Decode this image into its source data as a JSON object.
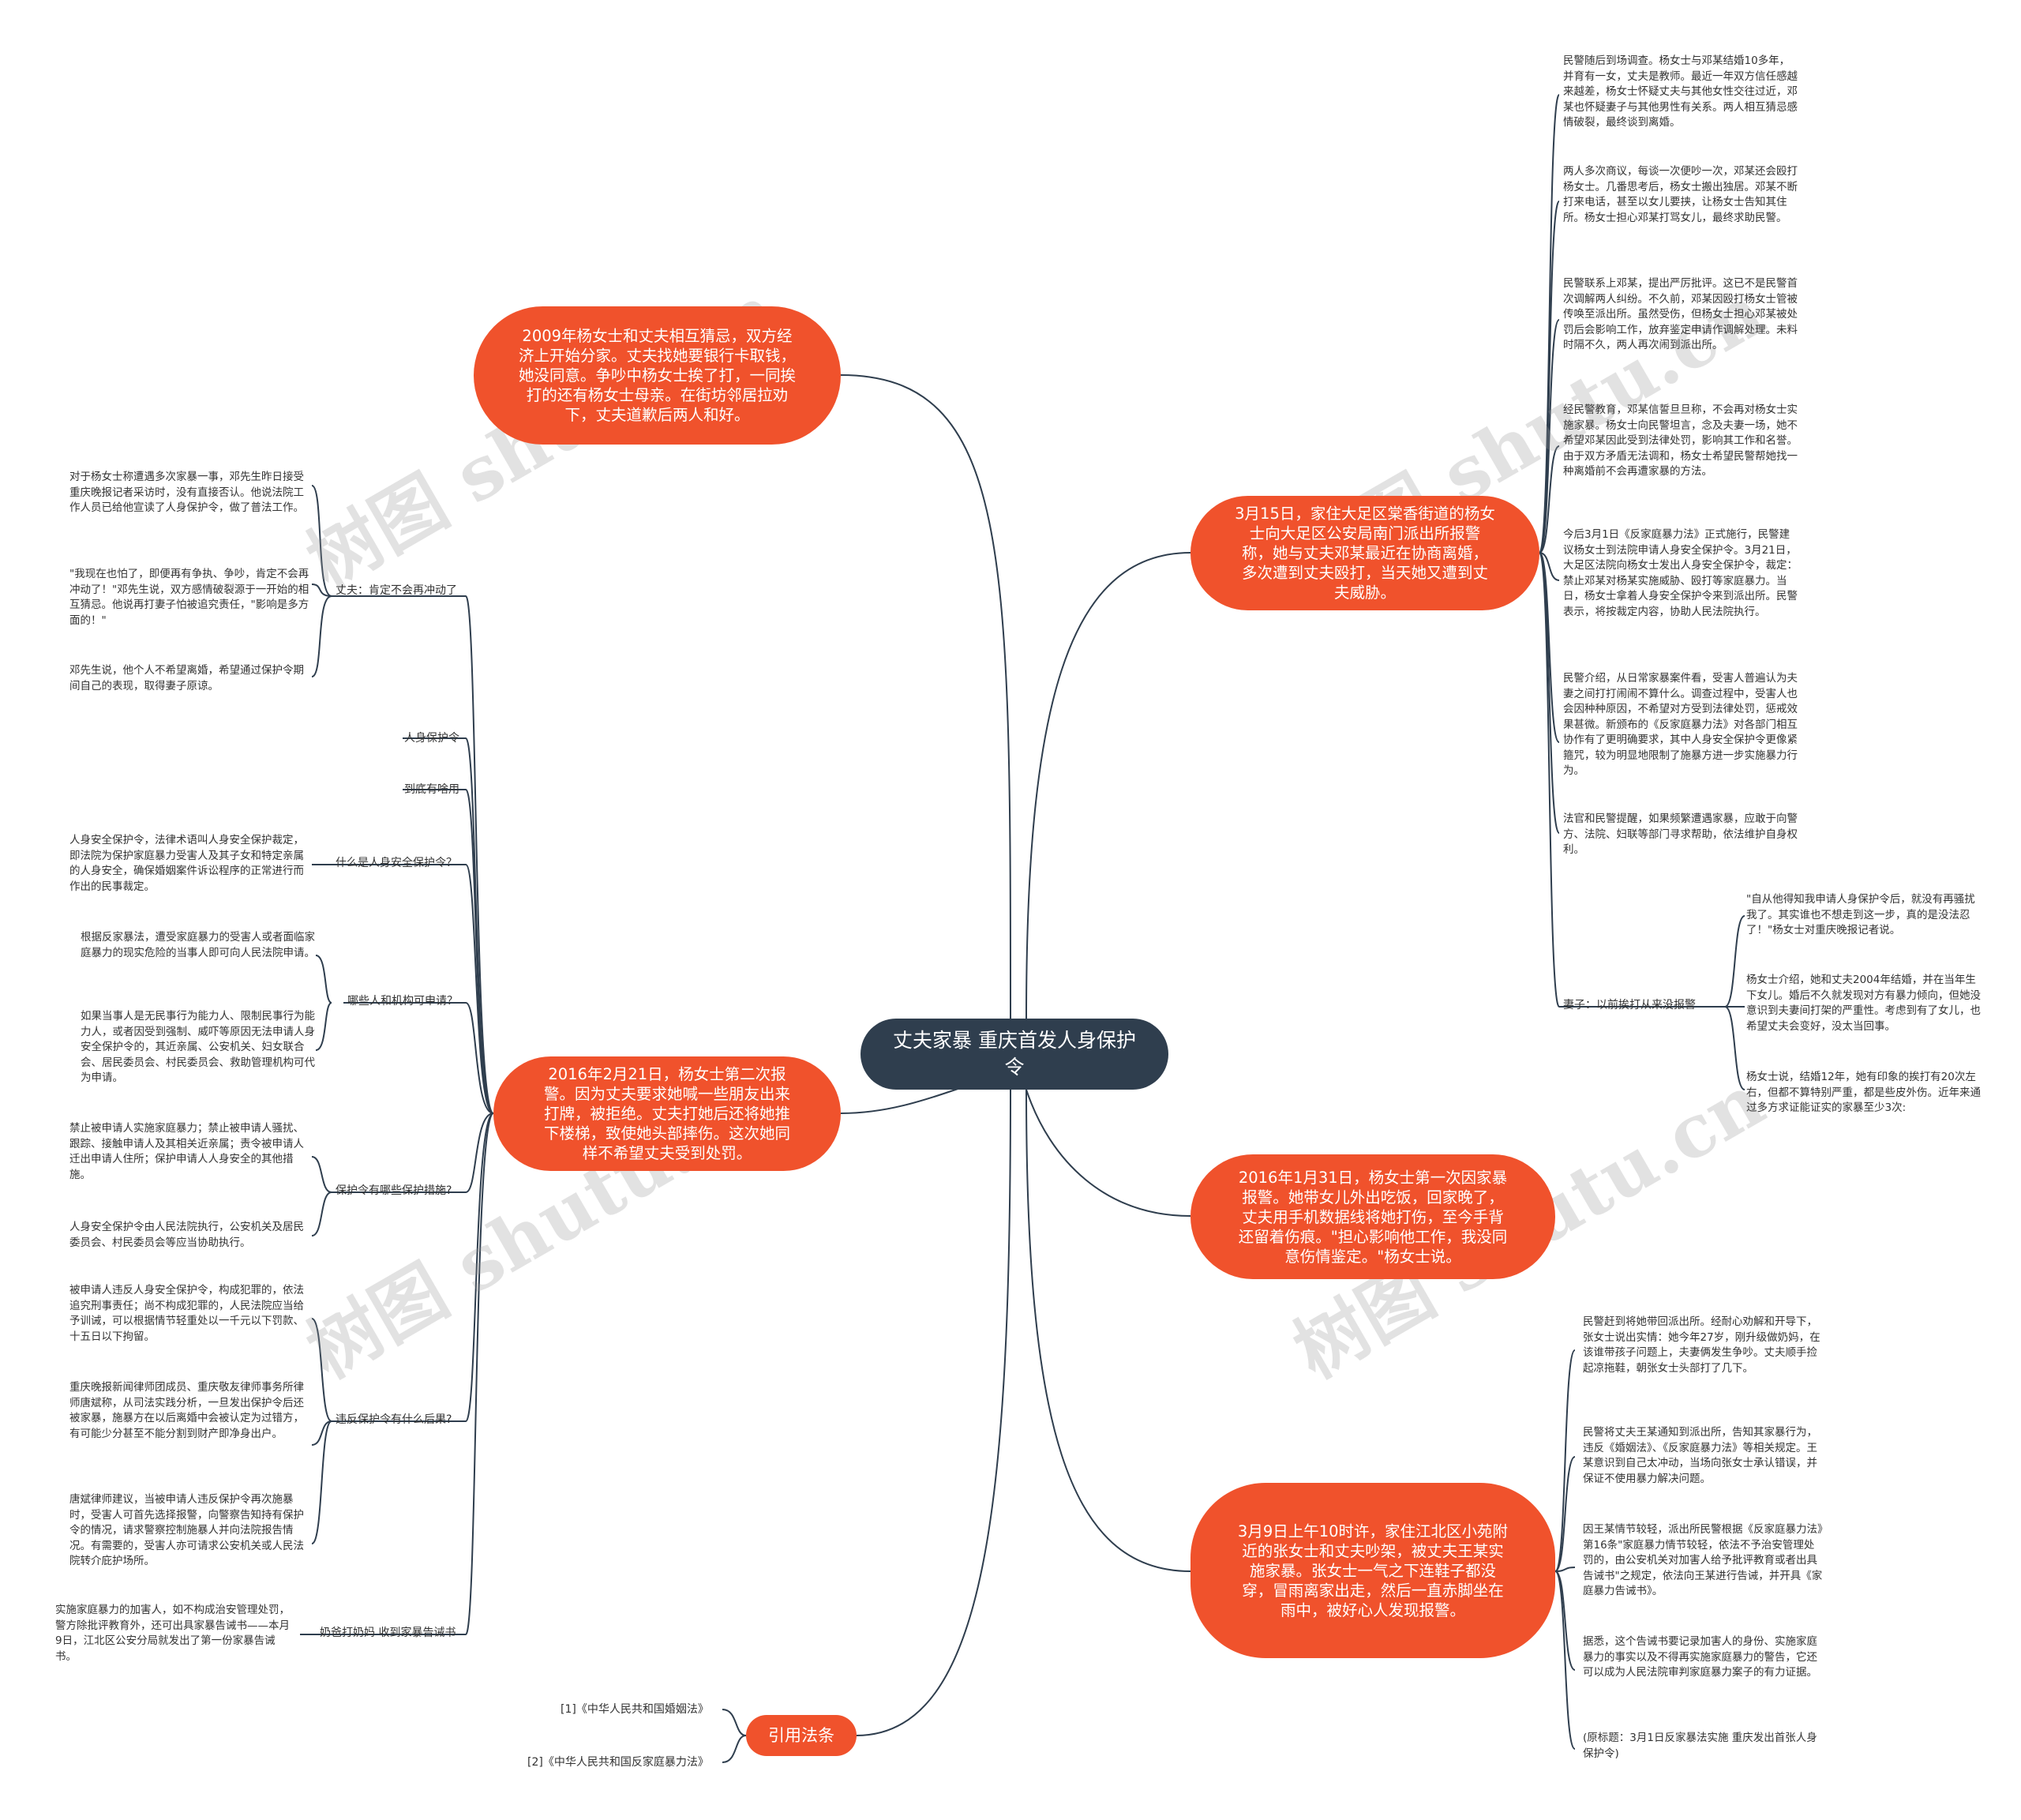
{
  "center": "丈夫家暴 重庆首发人身保护令",
  "branches": {
    "b1": "2009年杨女士和丈夫相互猜忌，双方经济上开始分家。丈夫找她要银行卡取钱，她没同意。争吵中杨女士挨了打，一同挨打的还有杨女士母亲。在街坊邻居拉劝下，丈夫道歉后两人和好。",
    "b2": "2016年2月21日，杨女士第二次报警。因为丈夫要求她喊一些朋友出来打牌，被拒绝。丈夫打她后还将她推下楼梯，致使她头部摔伤。这次她同样不希望丈夫受到处罚。",
    "b3": "引用法条",
    "b4": "3月15日，家住大足区棠香街道的杨女士向大足区公安局南门派出所报警称，她与丈夫邓某最近在协商离婚，多次遭到丈夫殴打，当天她又遭到丈夫威胁。",
    "b5": "2016年1月31日，杨女士第一次因家暴报警。她带女儿外出吃饭，回家晚了，丈夫用手机数据线将她打伤，至今手背还留着伤痕。\"担心影响他工作，我没同意伤情鉴定。\"杨女士说。",
    "b6": "3月9日上午10时许，家住江北区小苑附近的张女士和丈夫吵架，被丈夫王某实施家暴。张女士一气之下连鞋子都没穿，冒雨离家出走，然后一直赤脚坐在雨中，被好心人发现报警。"
  },
  "left": {
    "husband_label": "丈夫：肯定不会再冲动了",
    "husband_leaves": [
      "对于杨女士称遭遇多次家暴一事，邓先生昨日接受重庆晚报记者采访时，没有直接否认。他说法院工作人员已给他宣读了人身保护令，做了普法工作。",
      "\"我现在也怕了，即便再有争执、争吵，肯定不会再冲动了！\"邓先生说，双方感情破裂源于一开始的相互猜忌。他说再打妻子怕被追究责任，\"影响是多方面的！\"",
      "邓先生说，他个人不希望离婚，希望通过保护令期间自己的表现，取得妻子原谅。"
    ],
    "protect_label": "人身保护令",
    "use_label": "到底有啥用",
    "what_label": "什么是人身安全保护令？",
    "what_leaf": "人身安全保护令，法律术语叫人身安全保护裁定，即法院为保护家庭暴力受害人及其子女和特定亲属的人身安全，确保婚姻案件诉讼程序的正常进行而作出的民事裁定。",
    "who_label": "哪些人和机构可申请？",
    "who_leaves": [
      "根据反家暴法，遭受家庭暴力的受害人或者面临家庭暴力的现实危险的当事人即可向人民法院申请。",
      "如果当事人是无民事行为能力人、限制民事行为能力人，或者因受到强制、威吓等原因无法申请人身安全保护令的，其近亲属、公安机关、妇女联合会、居民委员会、村民委员会、救助管理机构可代为申请。"
    ],
    "measure_label": "保护令有哪些保护措施?",
    "measure_leaves": [
      "禁止被申请人实施家庭暴力；禁止被申请人骚扰、跟踪、接触申请人及其相关近亲属；责令被申请人迁出申请人住所；保护申请人人身安全的其他措施。",
      "人身安全保护令由人民法院执行，公安机关及居民委员会、村民委员会等应当协助执行。"
    ],
    "violate_label": "违反保护令有什么后果?",
    "violate_leaves": [
      "被申请人违反人身安全保护令，构成犯罪的，依法追究刑事责任；尚不构成犯罪的，人民法院应当给予训诫，可以根据情节轻重处以一千元以下罚款、十五日以下拘留。",
      "重庆晚报新闻律师团成员、重庆敬友律师事务所律师唐斌称，从司法实践分析，一旦发出保护令后还被家暴，施暴方在以后离婚中会被认定为过错方，有可能少分甚至不能分割到财产即净身出户。",
      "唐斌律师建议，当被申请人违反保护令再次施暴时，受害人可首先选择报警，向警察告知持有保护令的情况，请求警察控制施暴人并向法院报告情况。有需要的，受害人亦可请求公安机关或人民法院转介庇护场所。"
    ],
    "grandpa_label": "奶爸打奶妈 收到家暴告诫书",
    "grandpa_leaf": "实施家庭暴力的加害人，如不构成治安管理处罚，警方除批评教育外，还可出具家暴告诫书——本月9日，江北区公安分局就发出了第一份家暴告诫书。",
    "law1": "[1]《中华人民共和国婚姻法》",
    "law2": "[2]《中华人民共和国反家庭暴力法》"
  },
  "right": {
    "b4_leaves": [
      "民警随后到场调查。杨女士与邓某结婚10多年，并育有一女，丈夫是教师。最近一年双方信任感越来越差，杨女士怀疑丈夫与其他女性交往过近，邓某也怀疑妻子与其他男性有关系。两人相互猜忌感情破裂，最终谈到离婚。",
      "两人多次商议，每谈一次便吵一次，邓某还会殴打杨女士。几番思考后，杨女士搬出独居。邓某不断打来电话，甚至以女儿要挟，让杨女士告知其住所。杨女士担心邓某打骂女儿，最终求助民警。",
      "民警联系上邓某，提出严厉批评。这已不是民警首次调解两人纠纷。不久前，邓某因殴打杨女士管被传唤至派出所。虽然受伤，但杨女士担心邓某被处罚后会影响工作，放弃鉴定申请作调解处理。未料时隔不久，两人再次闹到派出所。",
      "经民警教育，邓某信誓旦旦称，不会再对杨女士实施家暴。杨女士向民警坦言，念及夫妻一场，她不希望邓某因此受到法律处罚，影响其工作和名誉。由于双方矛盾无法调和，杨女士希望民警帮她找一种离婚前不会再遭家暴的方法。",
      "今后3月1日《反家庭暴力法》正式施行，民警建议杨女士到法院申请人身安全保护令。3月21日，大足区法院向杨女士发出人身安全保护令，裁定：禁止邓某对杨某实施威胁、殴打等家庭暴力。当日，杨女士拿着人身安全保护令来到派出所。民警表示，将按裁定内容，协助人民法院执行。",
      "民警介绍，从日常家暴案件看，受害人普遍认为夫妻之间打打闹闹不算什么。调查过程中，受害人也会因种种原因，不希望对方受到法律处罚，惩戒效果甚微。新颁布的《反家庭暴力法》对各部门相互协作有了更明确要求，其中人身安全保护令更像紧箍咒，较为明显地限制了施暴方进一步实施暴力行为。",
      "法官和民警提醒，如果频繁遭遇家暴，应敢于向警方、法院、妇联等部门寻求帮助，依法维护自身权利。"
    ],
    "wife_label": "妻子：以前挨打从来没报警",
    "wife_leaves": [
      "\"自从他得知我申请人身保护令后，就没有再骚扰我了。其实谁也不想走到这一步，真的是没法忍了！\"杨女士对重庆晚报记者说。",
      "杨女士介绍，她和丈夫2004年结婚，并在当年生下女儿。婚后不久就发现对方有暴力倾向，但她没意识到夫妻间打架的严重性。考虑到有了女儿，也希望丈夫会变好，没太当回事。",
      "杨女士说，结婚12年，她有印象的挨打有20次左右，但都不算特别严重，都是些皮外伤。近年来通过多方求证能证实的家暴至少3次:"
    ],
    "b6_leaves": [
      "民警赶到将她带回派出所。经耐心劝解和开导下，张女士说出实情：她今年27岁，刚升级做奶妈，在该谁带孩子问题上，夫妻俩发生争吵。丈夫顺手捡起凉拖鞋，朝张女士头部打了几下。",
      "民警将丈夫王某通知到派出所，告知其家暴行为，违反《婚姻法》、《反家庭暴力法》等相关规定。王某意识到自己太冲动，当场向张女士承认错误，并保证不使用暴力解决问题。",
      "因王某情节较轻，派出所民警根据《反家庭暴力法》第16条\"家庭暴力情节较轻，依法不予治安管理处罚的，由公安机关对加害人给予批评教育或者出具告诫书\"之规定，依法向王某进行告诫，并开具《家庭暴力告诫书》。",
      "据悉，这个告诫书要记录加害人的身份、实施家庭暴力的事实以及不得再实施家庭暴力的警告，它还可以成为人民法院审判家庭暴力案子的有力证据。",
      "(原标题：3月1日反家暴法实施 重庆发出首张人身保护令)"
    ]
  },
  "watermarks": [
    "树图 shutu.cn",
    "树图 shutu.cn",
    "树图 shutu.cn",
    "树图 shutu.cn"
  ],
  "colors": {
    "center": "#2f3e4e",
    "branch": "#f0522c",
    "line": "#2f3e4e"
  }
}
